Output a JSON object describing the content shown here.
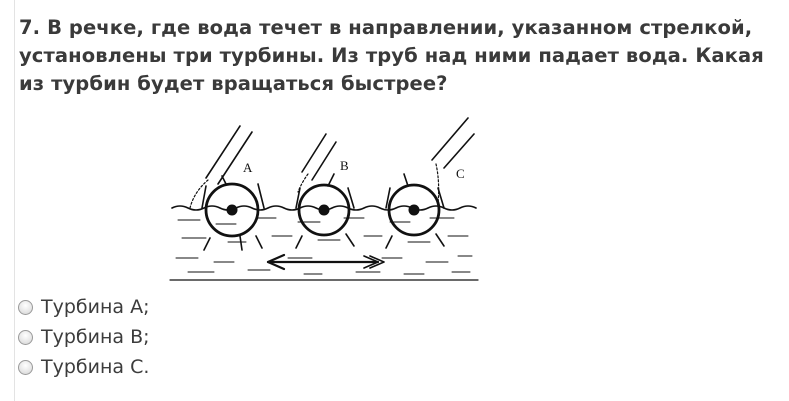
{
  "question": {
    "text": "7. В речке, где вода течет в направлении, указанном стрелкой, установлены три турбины. Из труб над ними падает вода. Какая из турбин будет вращаться быстрее?"
  },
  "figure": {
    "labels": [
      "A",
      "B",
      "C"
    ]
  },
  "options": [
    {
      "label": "Турбина А;"
    },
    {
      "label": "Турбина В;"
    },
    {
      "label": "Турбина С."
    }
  ]
}
